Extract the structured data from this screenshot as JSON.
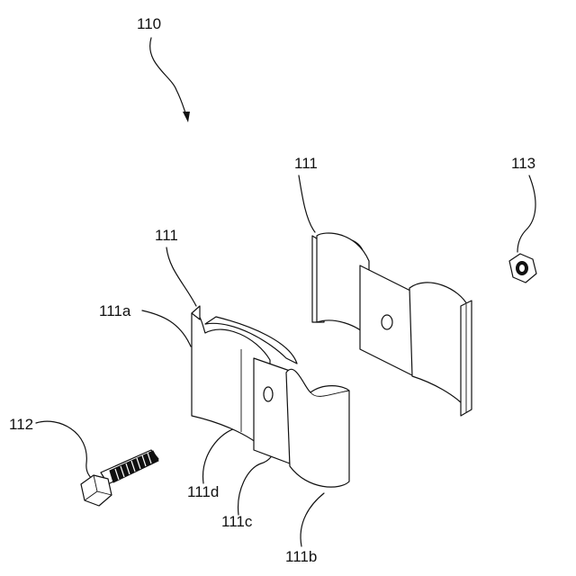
{
  "labels": {
    "assembly": "110",
    "clamp_right": "111",
    "clamp_left": "111",
    "first_recess": "111a",
    "bolt": "112",
    "nut": "113",
    "hole": "111d",
    "flat_plate": "111c",
    "second_recess": "111b"
  },
  "colors": {
    "line": "#111111",
    "background": "#ffffff"
  }
}
